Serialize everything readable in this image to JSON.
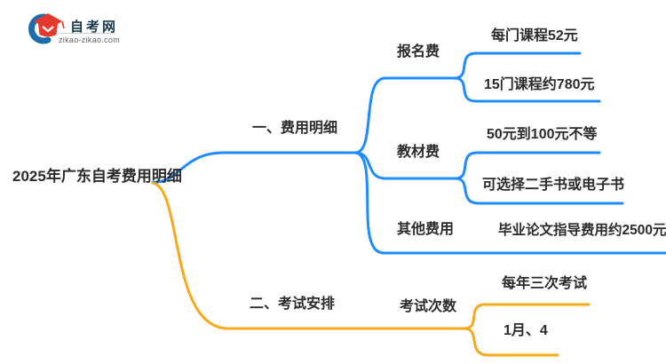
{
  "logo": {
    "title": "自考网",
    "domain": "zikao-zikao.com",
    "icon": "graduation-cap-icon",
    "colors": {
      "crescent_blue": "#1d6dab",
      "cap_red": "#e6392e",
      "title_navy": "#17384f"
    }
  },
  "mindmap": {
    "root": {
      "label": "2025年广东自考费用明细"
    },
    "colors": {
      "fee_branch": "#1e8cff",
      "exam_branch": "#f7a91a",
      "text": "#2b2b2b"
    },
    "branches": [
      {
        "label": "一、费用明细",
        "children": [
          {
            "label": "报名费",
            "children": [
              {
                "label": "每门课程52元"
              },
              {
                "label": "15门课程约780元"
              }
            ]
          },
          {
            "label": "教材费",
            "children": [
              {
                "label": "50元到100元不等"
              },
              {
                "label": "可选择二手书或电子书"
              }
            ]
          },
          {
            "label": "其他费用",
            "children": [
              {
                "label": "毕业论文指导费用约2500元"
              }
            ]
          }
        ]
      },
      {
        "label": "二、考试安排",
        "children": [
          {
            "label": "考试次数",
            "children": [
              {
                "label": "每年三次考试"
              },
              {
                "label": "1月、4"
              }
            ]
          }
        ]
      }
    ]
  }
}
